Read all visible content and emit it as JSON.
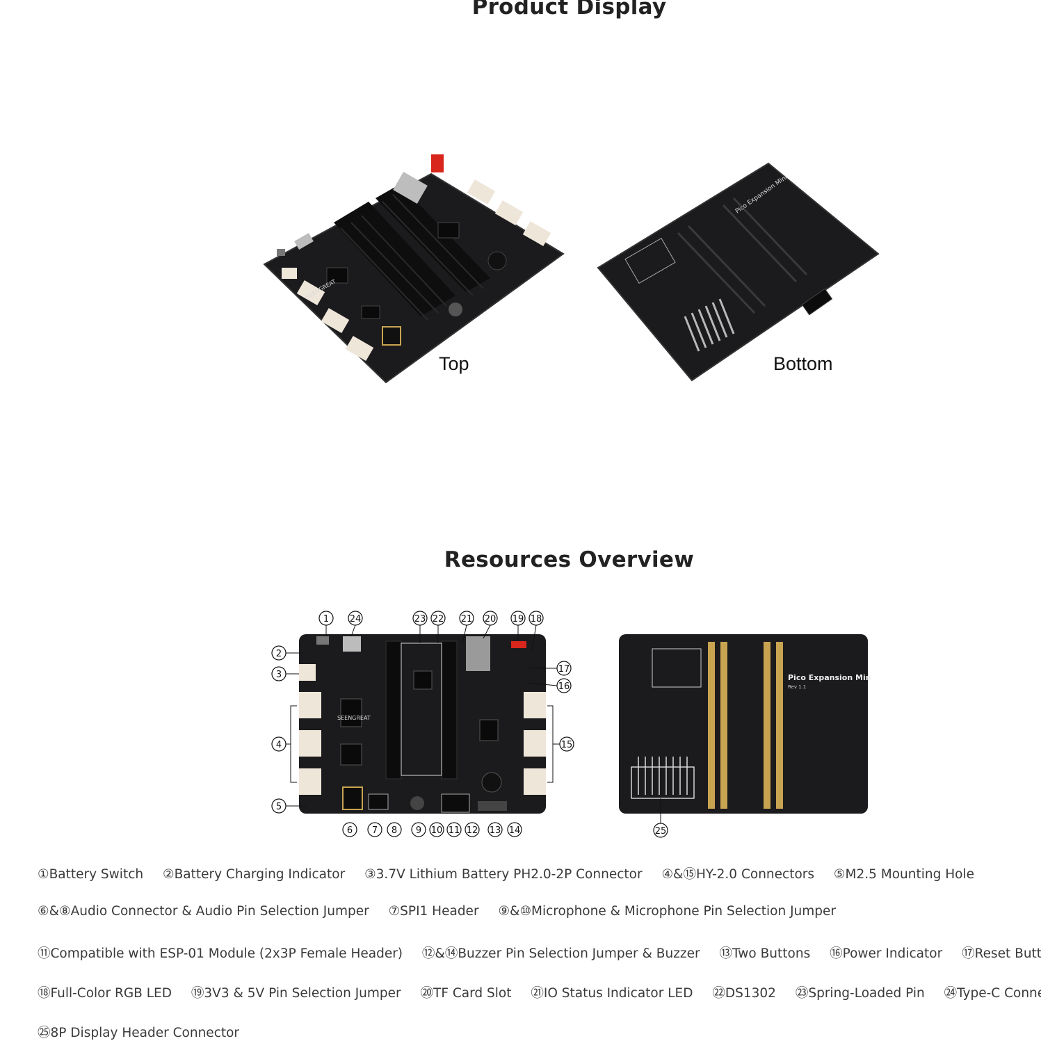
{
  "sections": {
    "product_display_title": "Product Display",
    "resources_overview_title": "Resources Overview"
  },
  "product_images": {
    "top_caption": "Top",
    "bottom_caption": "Bottom"
  },
  "board": {
    "brand_text": "SEENGREAT",
    "bottom_label": "Pico Expansion Mini",
    "bottom_rev": "Rev 1.1"
  },
  "callouts": [
    "1",
    "24",
    "23",
    "22",
    "21",
    "20",
    "19",
    "18",
    "2",
    "3",
    "17",
    "16",
    "4",
    "15",
    "5",
    "6",
    "7",
    "8",
    "9",
    "10",
    "11",
    "12",
    "13",
    "14",
    "25"
  ],
  "legend_rows": [
    [
      "①Battery Switch",
      "②Battery Charging Indicator",
      "③3.7V Lithium Battery PH2.0-2P Connector",
      "④&⑮HY-2.0 Connectors",
      "⑤M2.5 Mounting Hole"
    ],
    [
      "⑥&⑧Audio Connector & Audio Pin Selection Jumper",
      "⑦SPI1 Header",
      "⑨&⑩Microphone & Microphone Pin Selection Jumper"
    ],
    [
      "⑪Compatible with ESP-01 Module (2x3P Female Header)",
      "⑫&⑭Buzzer Pin Selection Jumper & Buzzer",
      "⑬Two Buttons",
      "⑯Power Indicator",
      "⑰Reset Button"
    ],
    [
      "⑱Full-Color RGB LED",
      "⑲3V3 & 5V Pin Selection Jumper",
      "⑳TF Card Slot",
      "㉑IO Status Indicator LED",
      "㉒DS1302",
      "㉓Spring-Loaded Pin",
      "㉔Type-C Connector"
    ],
    [
      "㉕8P Display Header Connector"
    ]
  ],
  "colors": {
    "pcb": "#1b1b1d",
    "pcb_edge": "#2e2e31",
    "connector_white": "#efe6da",
    "jumper_red": "#d8261c",
    "silk": "#d9d9d9",
    "gold": "#c9a450"
  }
}
